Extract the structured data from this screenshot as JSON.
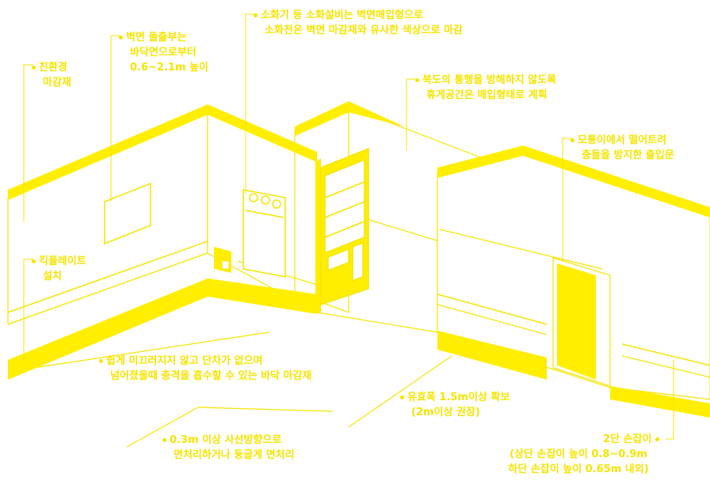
{
  "accent": "#f5e400",
  "labels": {
    "eco_finish": [
      "친환경",
      "마감재"
    ],
    "wall_protrusion": [
      "벽면 돌출부는",
      "바닥면으로부터",
      "0.6~2.1m 높이"
    ],
    "fire_equipment": [
      "소화기 등 소화설비는 벽면매입형으로",
      "소화전은 벽면 마감재와 유사한 색상으로 마감"
    ],
    "rest_space": [
      "복도의 통행을 방해하지 않도록",
      "휴게공간은 매입형태로 계획"
    ],
    "door": [
      "모퉁이에서 떨어트려",
      "충돌을 방지한 출입문"
    ],
    "kick_plate": [
      "킥플레이트",
      "설치"
    ],
    "floor_finish": [
      "쉽게 미끄러지지 않고 단차가 없으며",
      "넘어졌을때 충격을 흡수할 수 있는 바닥 마감재"
    ],
    "width": [
      "유효폭 1.5m이상 확보",
      "(2m이상 권장)"
    ],
    "chamfer": [
      "0.3m 이상 사선방향으로",
      "면처리하거나 둥글게 면처리"
    ],
    "handrail": [
      "2단 손잡이",
      "(상단 손잡이 높이 0.8~0.9m",
      "하단 손잡이 높이 0.65m 내외)"
    ]
  }
}
